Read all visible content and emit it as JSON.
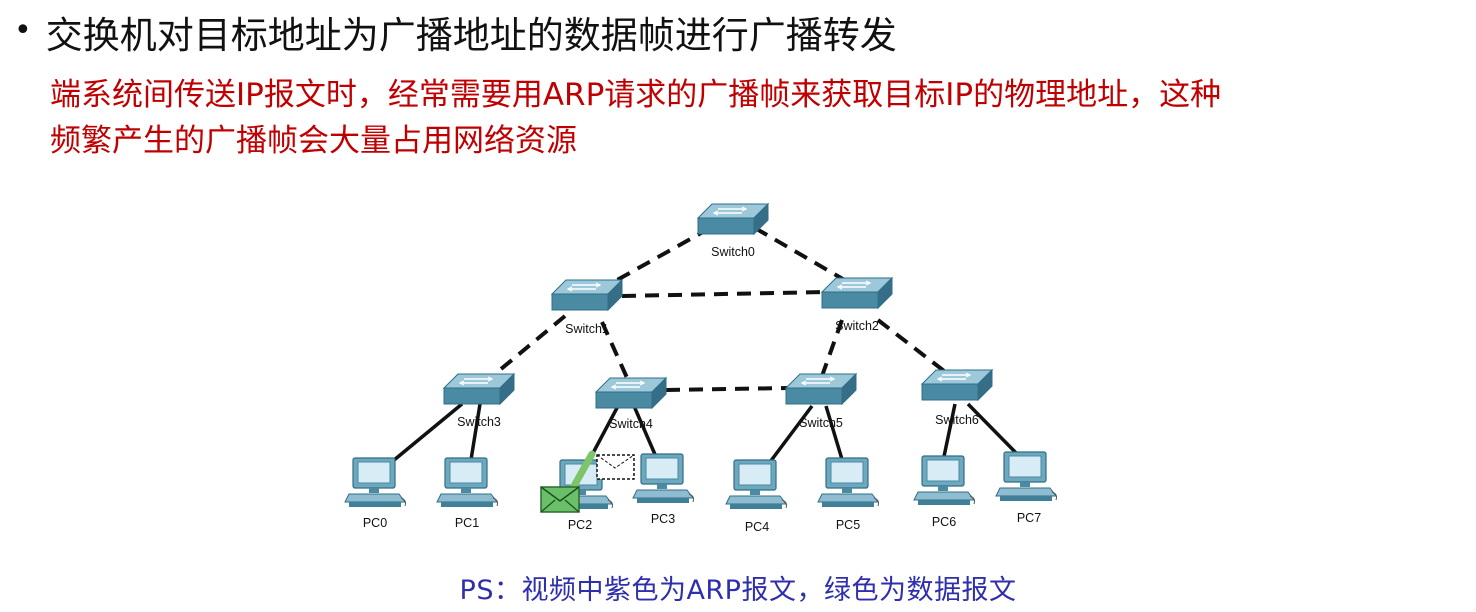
{
  "heading": {
    "bullet": "•",
    "text": "交换机对目标地址为广播地址的数据帧进行广播转发"
  },
  "detail": {
    "line1": "端系统间传送IP报文时，经常需要用ARP请求的广播帧来获取目标IP的物理地址，这种",
    "line2": "频繁产生的广播帧会大量占用网络资源"
  },
  "topology": {
    "switches": [
      "Switch0",
      "Switch1",
      "Switch2",
      "Switch3",
      "Switch4",
      "Switch5",
      "Switch6"
    ],
    "pcs": [
      "PC0",
      "PC1",
      "PC2",
      "PC3",
      "PC4",
      "PC5",
      "PC6",
      "PC7"
    ],
    "colors": {
      "switch_top": "#7fb3c8",
      "switch_side": "#3f7f98",
      "link": "#111111",
      "green_envelope": "#6abf69",
      "green_packet": "#7dc46a"
    }
  },
  "note": "PS：视频中紫色为ARP报文，绿色为数据报文"
}
